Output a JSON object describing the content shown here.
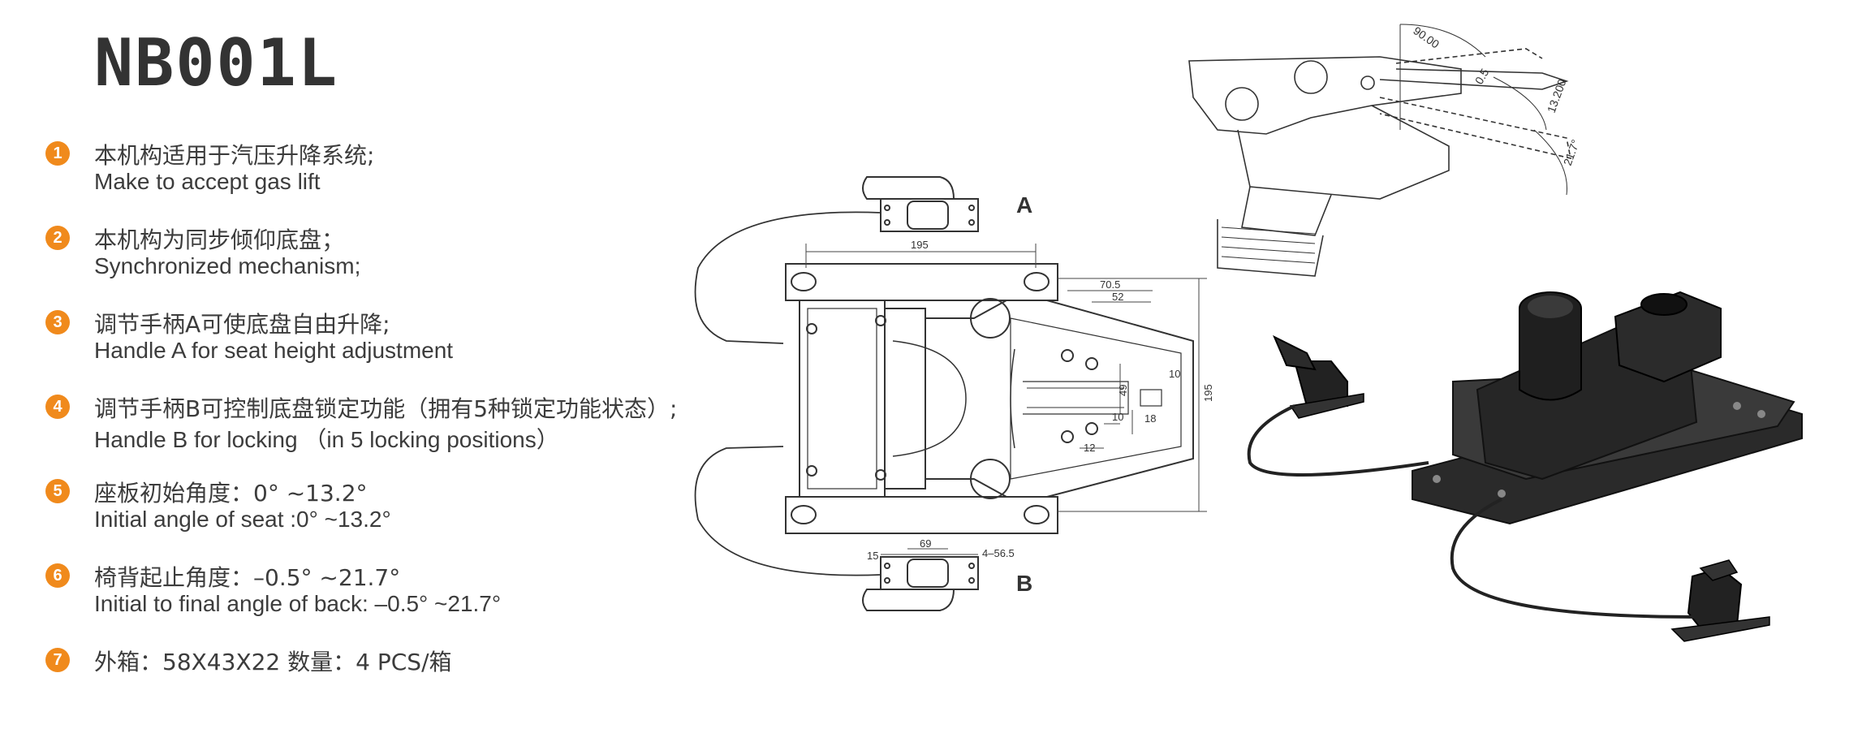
{
  "model": "NB001L",
  "features": [
    {
      "num": "1",
      "zh": "本机构适用于汽压升降系统;",
      "en": "Make to accept gas lift"
    },
    {
      "num": "2",
      "zh": "本机构为同步倾仰底盘；",
      "en": "Synchronized mechanism;"
    },
    {
      "num": "3",
      "zh": "调节手柄A可使底盘自由升降;",
      "en": "Handle A for seat height adjustment"
    },
    {
      "num": "4",
      "zh": "调节手柄B可控制底盘锁定功能（拥有5种锁定功能状态）;",
      "en": "Handle B for locking （in 5 locking positions）"
    },
    {
      "num": "5",
      "zh": "座板初始角度：0°  ~13.2°",
      "en": "Initial angle of seat :0°  ~13.2°"
    },
    {
      "num": "6",
      "zh": "椅背起止角度：–0.5°  ~21.7°",
      "en": "Initial to final angle of back: –0.5°  ~21.7°"
    },
    {
      "num": "7",
      "zh": "外箱：58X43X22  数量：4 PCS/箱",
      "en": ""
    }
  ],
  "diagram": {
    "label_a": "A",
    "label_b": "B",
    "dims": {
      "d195_top": "195",
      "d70_5": "70.5",
      "d52": "52",
      "d49": "49",
      "d10a": "10",
      "d10b": "10",
      "d18": "18",
      "d12": "12",
      "d195_side": "195",
      "d15": "15",
      "d69": "69",
      "d4_56_5": "4–56.5"
    },
    "side_dims": {
      "a90": "90.00",
      "a05": "0.5",
      "a13_2": "13.200",
      "a21_7": "21.7°"
    }
  }
}
